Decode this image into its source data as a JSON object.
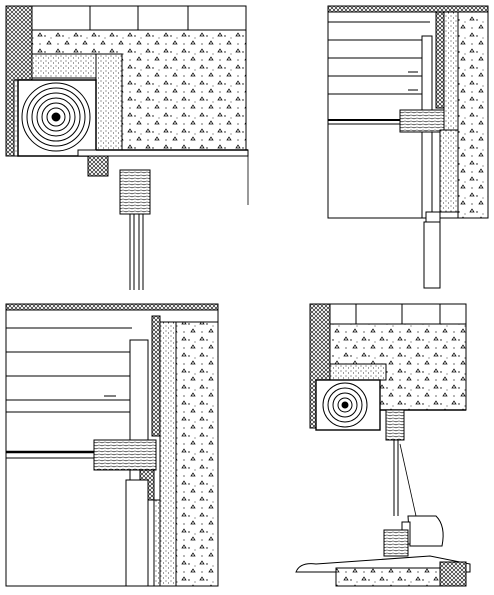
{
  "drawing": {
    "kind": "architectural-section-details",
    "panels": [
      {
        "id": "top-left",
        "subject": "roller-shutter-box-with-rolled-slats"
      },
      {
        "id": "top-right",
        "subject": "window-frame-with-lowered-shutter-slats"
      },
      {
        "id": "bottom-left",
        "subject": "enlarged-window-frame-with-shutter-slats"
      },
      {
        "id": "bottom-right",
        "subject": "shutter-box-with-projecting-awning-arm-and-sill"
      }
    ],
    "colors": {
      "ink": "#000000",
      "paper": "#ffffff"
    },
    "hatches": [
      "concrete-dots-triangles",
      "brick-crosshatch",
      "insulation-stipple",
      "wood-grain"
    ]
  }
}
